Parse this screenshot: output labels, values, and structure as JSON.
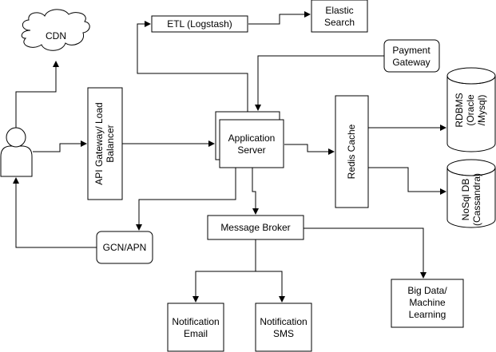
{
  "nodes": {
    "cdn": "CDN",
    "etl": "ETL (Logstash)",
    "elastic": [
      "Elastic",
      "Search"
    ],
    "payment": [
      "Payment",
      "Gateway"
    ],
    "rdbms": [
      "RDBMS",
      "(Oracle",
      "/Mysql)"
    ],
    "api_gateway": [
      "API Gateway/ Load",
      "Balancer"
    ],
    "app_server": [
      "Application",
      "Server"
    ],
    "redis": "Redis Cache",
    "nosql": [
      "NoSql DB",
      "(Cassandra)"
    ],
    "broker": "Message Broker",
    "gcn": "GCN/APN",
    "big_data": [
      "Big Data/",
      "Machine",
      "Learning"
    ],
    "notif_email": [
      "Notification",
      "Email"
    ],
    "notif_sms": [
      "Notification",
      "SMS"
    ]
  },
  "colors": {
    "stroke": "#000000",
    "fill": "#ffffff",
    "text": "#000000"
  },
  "icons": {
    "user": "user-icon",
    "cloud": "cloud-icon",
    "database": "database-icon"
  }
}
